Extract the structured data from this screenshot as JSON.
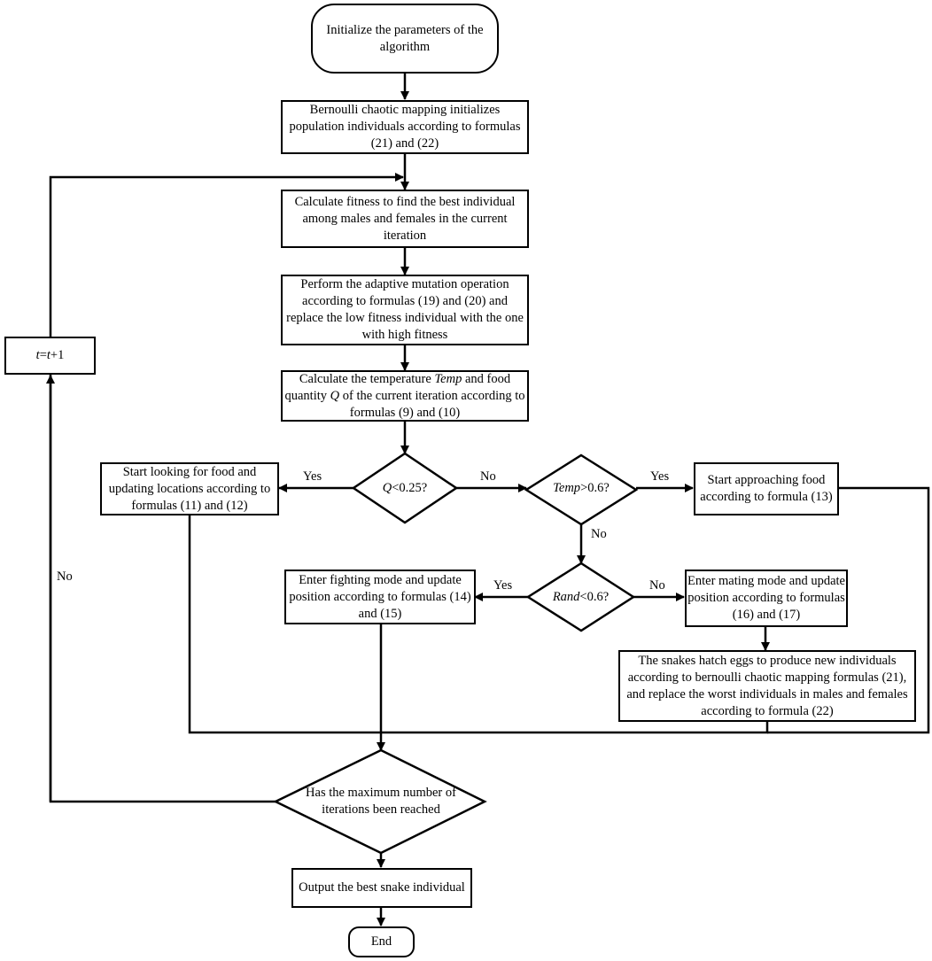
{
  "nodes": {
    "start": "Initialize the parameters of the algorithm",
    "bernoulli_init": "Bernoulli chaotic mapping initializes population individuals according to formulas (21) and (22)",
    "calc_fitness": "Calculate fitness to find the best individual among males and females in the current iteration",
    "adaptive_mutation": "Perform the adaptive mutation operation according to formulas (19) and (20) and replace the low fitness individual with the one with high fitness",
    "temp_food_pre": "Calculate the temperature ",
    "temp_var": "Temp",
    "temp_food_mid": " and food quantity ",
    "q_var": "Q",
    "temp_food_post": " of the current iteration according to formulas (9) and (10)",
    "look_food": "Start looking for food and updating locations according to formulas (11) and (12)",
    "approach_food": "Start approaching food according to formula (13)",
    "fighting": "Enter fighting mode and update position according to formulas (14) and (15)",
    "mating": "Enter mating mode and update position according to formulas (16) and (17)",
    "hatch": "The snakes hatch eggs to produce new individuals according to bernoulli chaotic mapping formulas (21), and replace the worst individuals in males and females according to formula (22)",
    "output_best": "Output the best snake individual",
    "end": "End",
    "t_var": "t",
    "t_eq": "=",
    "t_var2": "t",
    "t_plus": "+1"
  },
  "decisions": {
    "q_var": "Q",
    "q_cond": "<0.25?",
    "temp_var": "Temp",
    "temp_cond": ">0.6?",
    "rand_var": "Rand",
    "rand_cond": "<0.6?",
    "max_iter": "Has the maximum number of iterations been reached"
  },
  "edge_labels": {
    "q_yes": "Yes",
    "q_no": "No",
    "temp_yes": "Yes",
    "temp_no": "No",
    "rand_yes": "Yes",
    "rand_no": "No",
    "loop_no": "No"
  }
}
